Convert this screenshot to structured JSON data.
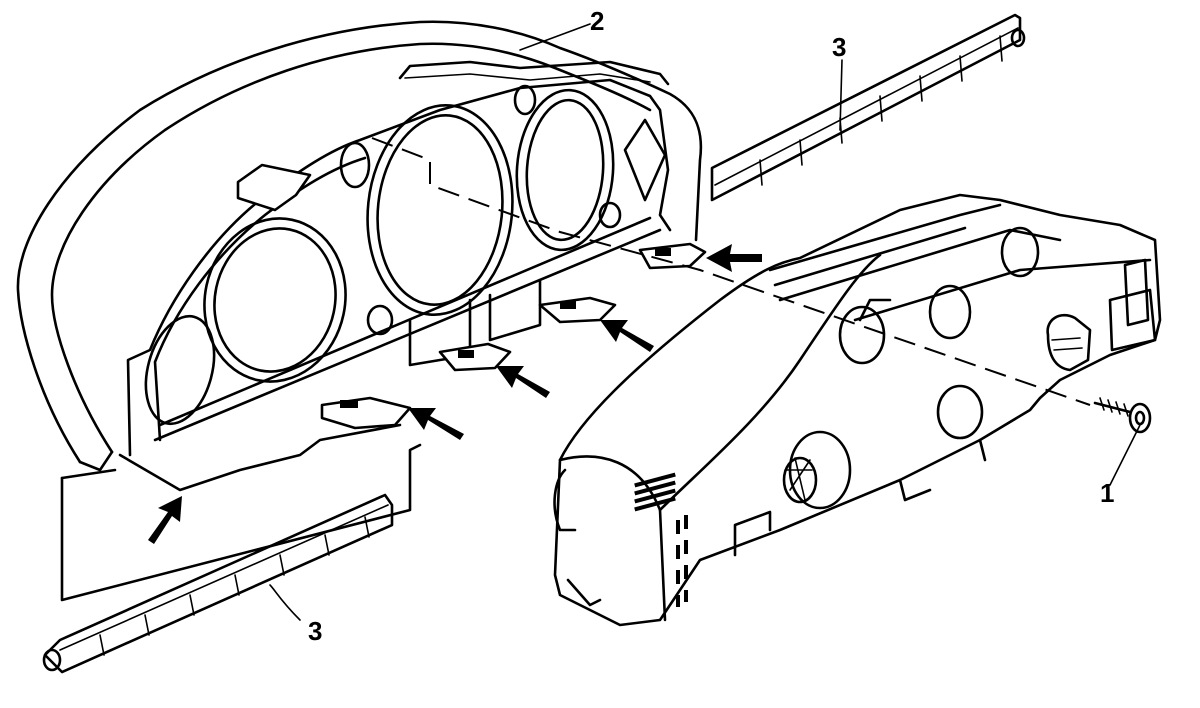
{
  "diagram": {
    "callouts": [
      {
        "id": "screw",
        "text": "1"
      },
      {
        "id": "cluster-lens",
        "text": "2"
      },
      {
        "id": "strip-upper",
        "text": "3"
      },
      {
        "id": "strip-lower",
        "text": "3"
      }
    ],
    "colors": {
      "ink": "#000000",
      "paper": "#ffffff"
    }
  }
}
